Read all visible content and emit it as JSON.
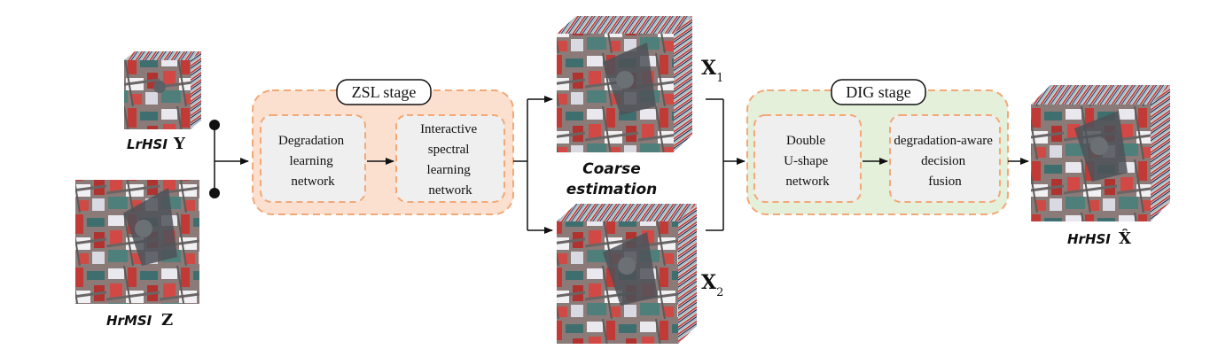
{
  "inputs": {
    "lrhsi": {
      "label": "LrHSI",
      "symbol": "Y"
    },
    "hrmsi": {
      "label": "HrMSI",
      "symbol": "Z"
    }
  },
  "zsl_stage": {
    "title": "ZSL stage",
    "box1": [
      "Degradation",
      "learning",
      "network"
    ],
    "box2": [
      "Interactive",
      "spectral",
      "learning",
      "network"
    ]
  },
  "coarse": {
    "caption_line1": "Coarse",
    "caption_line2": "estimation",
    "x1_symbol": "X",
    "x1_sub": "1",
    "x2_symbol": "X",
    "x2_sub": "2"
  },
  "dig_stage": {
    "title": "DIG stage",
    "box1": [
      "Double",
      "U-shape",
      "network"
    ],
    "box2": [
      "degradation-aware",
      "decision",
      "fusion"
    ]
  },
  "output": {
    "label": "HrHSI",
    "symbol": "X̂"
  },
  "colors": {
    "zsl_fill": "#fbe0cf",
    "dig_fill": "#e5f0da",
    "dash": "#f2a877",
    "inner_fill": "#efefef"
  },
  "icons": [
    "hsi-cube-icon",
    "msi-image-icon",
    "arrow-icon",
    "junction-dot-icon"
  ]
}
